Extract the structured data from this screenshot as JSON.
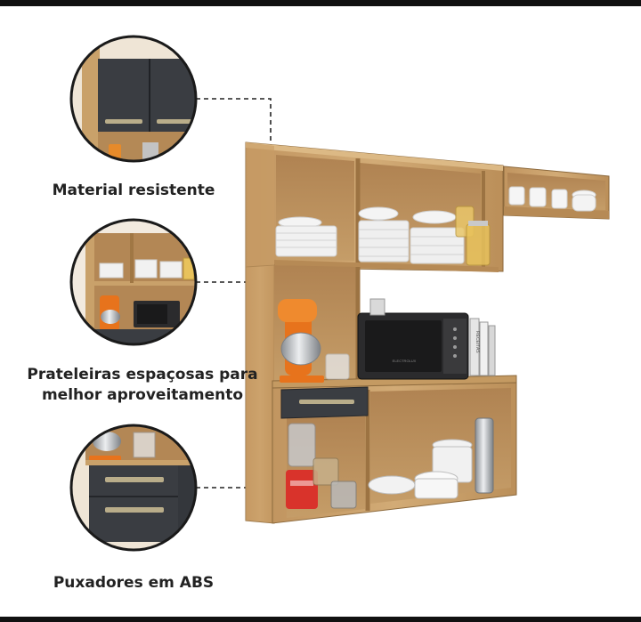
{
  "captions": {
    "material": "Material resistente",
    "shelves_line1": "Prateleiras espaçosas para",
    "shelves_line2": "melhor aproveitamento",
    "handles": "Puxadores em ABS"
  },
  "labels": {
    "book_spine": "RECEITAS",
    "microwave_brand": "ELECTROLUX"
  },
  "colors": {
    "wood": "#c9a16a",
    "wood_dark": "#a9804c",
    "graphite": "#3a3d42",
    "handle": "#b9ad8a",
    "mixer": "#e7731c",
    "blender_red": "#d9332b",
    "background": "#ffffff"
  }
}
